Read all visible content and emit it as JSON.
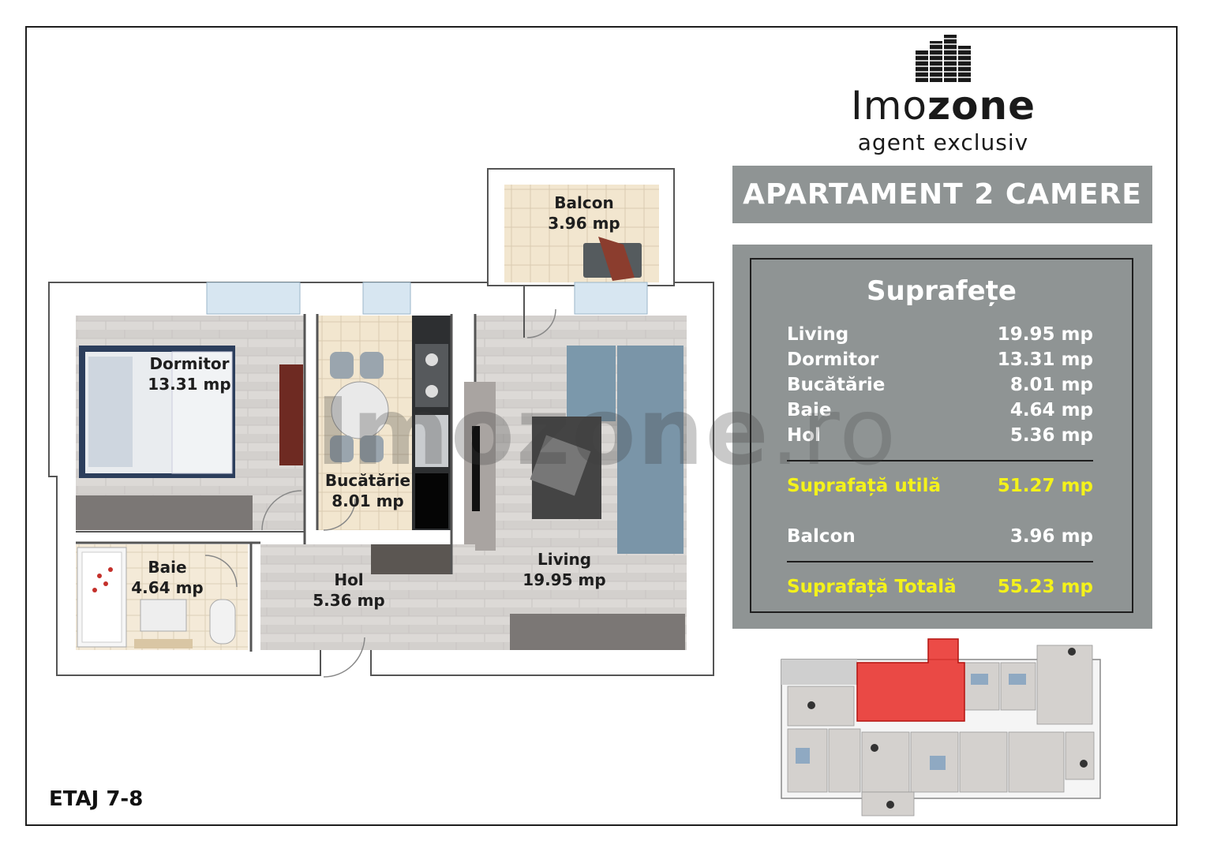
{
  "brand": {
    "name_light": "Imo",
    "name_bold": "zone",
    "tagline": "agent exclusiv"
  },
  "title": "APARTAMENT 2 CAMERE",
  "floor": "ETAJ 7-8",
  "rooms": {
    "balcon": {
      "name": "Balcon",
      "area": "3.96 mp"
    },
    "dormitor": {
      "name": "Dormitor",
      "area": "13.31 mp"
    },
    "bucatarie": {
      "name": "Bucătărie",
      "area": "8.01 mp"
    },
    "living": {
      "name": "Living",
      "area": "19.95 mp"
    },
    "baie": {
      "name": "Baie",
      "area": "4.64 mp"
    },
    "hol": {
      "name": "Hol",
      "area": "5.36 mp"
    }
  },
  "surfaces": {
    "heading": "Suprafețe",
    "rows": [
      {
        "label": "Living",
        "value": "19.95 mp"
      },
      {
        "label": "Dormitor",
        "value": "13.31 mp"
      },
      {
        "label": "Bucătărie",
        "value": "8.01 mp"
      },
      {
        "label": "Baie",
        "value": "4.64 mp"
      },
      {
        "label": "Hol",
        "value": "5.36 mp"
      }
    ],
    "useful": {
      "label": "Suprafață utilă",
      "value": "51.27 mp"
    },
    "balcony": {
      "label": "Balcon",
      "value": "3.96 mp"
    },
    "total": {
      "label": "Suprafață Totală",
      "value": "55.23 mp"
    }
  },
  "watermark": {
    "main": "Imozone",
    "tld": ".ro"
  },
  "colors": {
    "panel": "#8f9494",
    "highlight_text": "#f4f21a",
    "keyplan_highlight": "#e8231f",
    "floor_wood": "#d8d5d2",
    "tile": "#f1e6d0"
  }
}
